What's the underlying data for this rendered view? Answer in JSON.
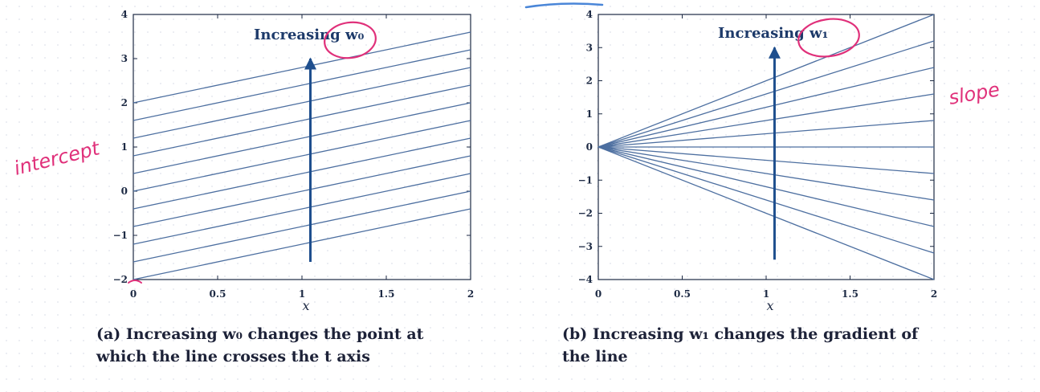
{
  "colors": {
    "line": "#4d6fa0",
    "arrow": "#1f4f8e",
    "axis": "#1d2a44",
    "ink": "#e0307a"
  },
  "chart_data": [
    {
      "type": "line",
      "title": "",
      "xlabel": "x",
      "ylabel": "",
      "xlim": [
        0,
        2
      ],
      "ylim": [
        -2,
        4
      ],
      "xticks": [
        "0",
        "0.5",
        "1",
        "1.5",
        "2"
      ],
      "yticks": [
        "−2",
        "−1",
        "0",
        "1",
        "2",
        "3",
        "4"
      ],
      "grid": false,
      "series": [
        {
          "x": [
            0,
            2
          ],
          "y": [
            -2.0,
            -0.4
          ]
        },
        {
          "x": [
            0,
            2
          ],
          "y": [
            -1.6,
            0.0
          ]
        },
        {
          "x": [
            0,
            2
          ],
          "y": [
            -1.2,
            0.4
          ]
        },
        {
          "x": [
            0,
            2
          ],
          "y": [
            -0.8,
            0.8
          ]
        },
        {
          "x": [
            0,
            2
          ],
          "y": [
            -0.4,
            1.2
          ]
        },
        {
          "x": [
            0,
            2
          ],
          "y": [
            0.0,
            1.6
          ]
        },
        {
          "x": [
            0,
            2
          ],
          "y": [
            0.4,
            2.0
          ]
        },
        {
          "x": [
            0,
            2
          ],
          "y": [
            0.8,
            2.4
          ]
        },
        {
          "x": [
            0,
            2
          ],
          "y": [
            1.2,
            2.8
          ]
        },
        {
          "x": [
            0,
            2
          ],
          "y": [
            1.6,
            3.2
          ]
        },
        {
          "x": [
            0,
            2
          ],
          "y": [
            2.0,
            3.6
          ]
        }
      ],
      "arrow": {
        "x": 1.05,
        "y_from": -1.6,
        "y_to": 3.0
      },
      "annotation": "Increasing w₀",
      "handwriting": "intercept",
      "caption_lines": [
        "(a) Increasing w₀ changes the point at",
        "which the line crosses the t axis"
      ]
    },
    {
      "type": "line",
      "title": "",
      "xlabel": "x",
      "ylabel": "",
      "xlim": [
        0,
        2
      ],
      "ylim": [
        -4,
        4
      ],
      "xticks": [
        "0",
        "0.5",
        "1",
        "1.5",
        "2"
      ],
      "yticks": [
        "−4",
        "−3",
        "−2",
        "−1",
        "0",
        "1",
        "2",
        "3",
        "4"
      ],
      "grid": false,
      "series": [
        {
          "x": [
            0,
            2
          ],
          "y": [
            0,
            -4.0
          ]
        },
        {
          "x": [
            0,
            2
          ],
          "y": [
            0,
            -3.2
          ]
        },
        {
          "x": [
            0,
            2
          ],
          "y": [
            0,
            -2.4
          ]
        },
        {
          "x": [
            0,
            2
          ],
          "y": [
            0,
            -1.6
          ]
        },
        {
          "x": [
            0,
            2
          ],
          "y": [
            0,
            -0.8
          ]
        },
        {
          "x": [
            0,
            2
          ],
          "y": [
            0,
            0.0
          ]
        },
        {
          "x": [
            0,
            2
          ],
          "y": [
            0,
            0.8
          ]
        },
        {
          "x": [
            0,
            2
          ],
          "y": [
            0,
            1.6
          ]
        },
        {
          "x": [
            0,
            2
          ],
          "y": [
            0,
            2.4
          ]
        },
        {
          "x": [
            0,
            2
          ],
          "y": [
            0,
            3.2
          ]
        },
        {
          "x": [
            0,
            2
          ],
          "y": [
            0,
            4.0
          ]
        }
      ],
      "arrow": {
        "x": 1.05,
        "y_from": -3.4,
        "y_to": 3.0
      },
      "annotation": "Increasing w₁",
      "handwriting": "slope",
      "caption_lines": [
        "(b) Increasing w₁ changes the gradient of",
        "the line"
      ]
    }
  ]
}
